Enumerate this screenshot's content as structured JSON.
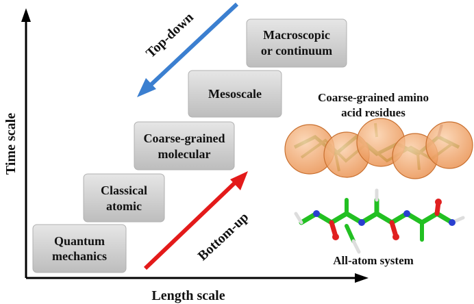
{
  "axes": {
    "x_label": "Length scale",
    "y_label": "Time scale"
  },
  "levels": [
    {
      "line1": "Quantum",
      "line2": "mechanics"
    },
    {
      "line1": "Classical",
      "line2": "atomic"
    },
    {
      "line1": "Coarse-grained",
      "line2": "molecular"
    },
    {
      "line1": "Mesoscale",
      "line2": ""
    },
    {
      "line1": "Macroscopic",
      "line2": "or continuum"
    }
  ],
  "arrows": {
    "top_down": {
      "label": "Top-down",
      "color": "#3b7fd0"
    },
    "bottom_up": {
      "label": "Bottom-up",
      "color": "#e31a1a"
    }
  },
  "models": {
    "coarse_grained": {
      "line1": "Coarse-grained amino",
      "line2": "acid residues",
      "bead_color": "#f0a060"
    },
    "all_atom": {
      "label": "All-atom system",
      "carbon_color": "#22c022",
      "nitrogen_color": "#2a3fd0",
      "oxygen_color": "#e02020"
    }
  },
  "box_color": "#cfcfcf"
}
